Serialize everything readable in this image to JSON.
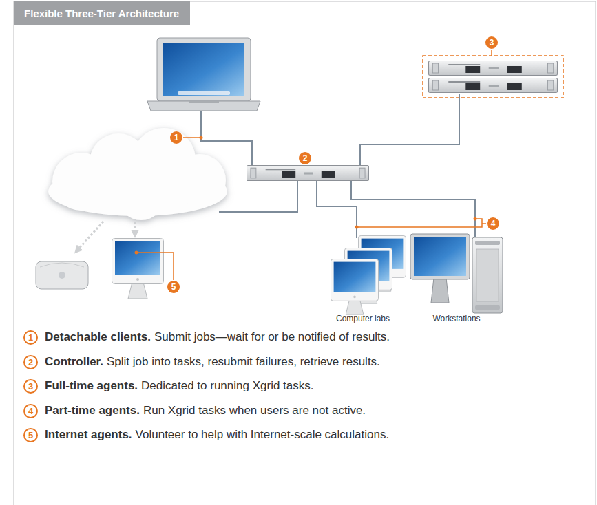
{
  "diagram": {
    "title": "Flexible Three-Tier Architecture",
    "nodes": [
      {
        "text": [
          "Flexible Three-Tier Architecture"
        ]
      },
      {
        "text": [
          "3"
        ]
      },
      {
        "text": [
          "1"
        ]
      },
      {
        "text": [
          "2"
        ]
      },
      {
        "text": [
          "4"
        ]
      },
      {
        "text": [
          "5"
        ]
      },
      {
        "text": [
          "1",
          "Detachable clients.",
          "Submit jobs—wait for or be notified of results."
        ]
      },
      {
        "text": [
          "2",
          "Controller.",
          "Split job into tasks, resubmit failures, retrieve results."
        ]
      },
      {
        "text": [
          "3",
          "Full-time agents.",
          "Dedicated to running Xgrid tasks."
        ]
      },
      {
        "text": [
          "4",
          "Part-time agents.",
          "Run Xgrid tasks when users are not active."
        ]
      },
      {
        "text": [
          "5",
          "Internet agents.",
          "Volunteer to help with Internet-scale calculations."
        ]
      }
    ],
    "labels": [
      "Computer labs",
      "Workstations"
    ]
  }
}
